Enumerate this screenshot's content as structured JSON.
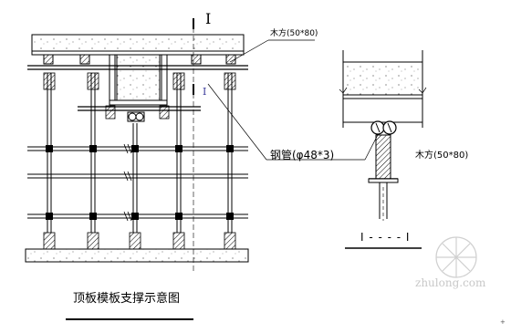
{
  "labels": {
    "section_mark_top": "I",
    "section_mark_mid": "I",
    "wood_top": "木方(50*80)",
    "steel_pipe": "钢管(φ48*3)",
    "wood_section": "木方(50*80)",
    "section_title": "I - - - - I",
    "drawing_title": "顶板模板支撑示意图",
    "watermark": "zhulong.com",
    "corner_mark": "+"
  },
  "icons": {
    "watermark_logo": "zhulong-logo-icon"
  }
}
